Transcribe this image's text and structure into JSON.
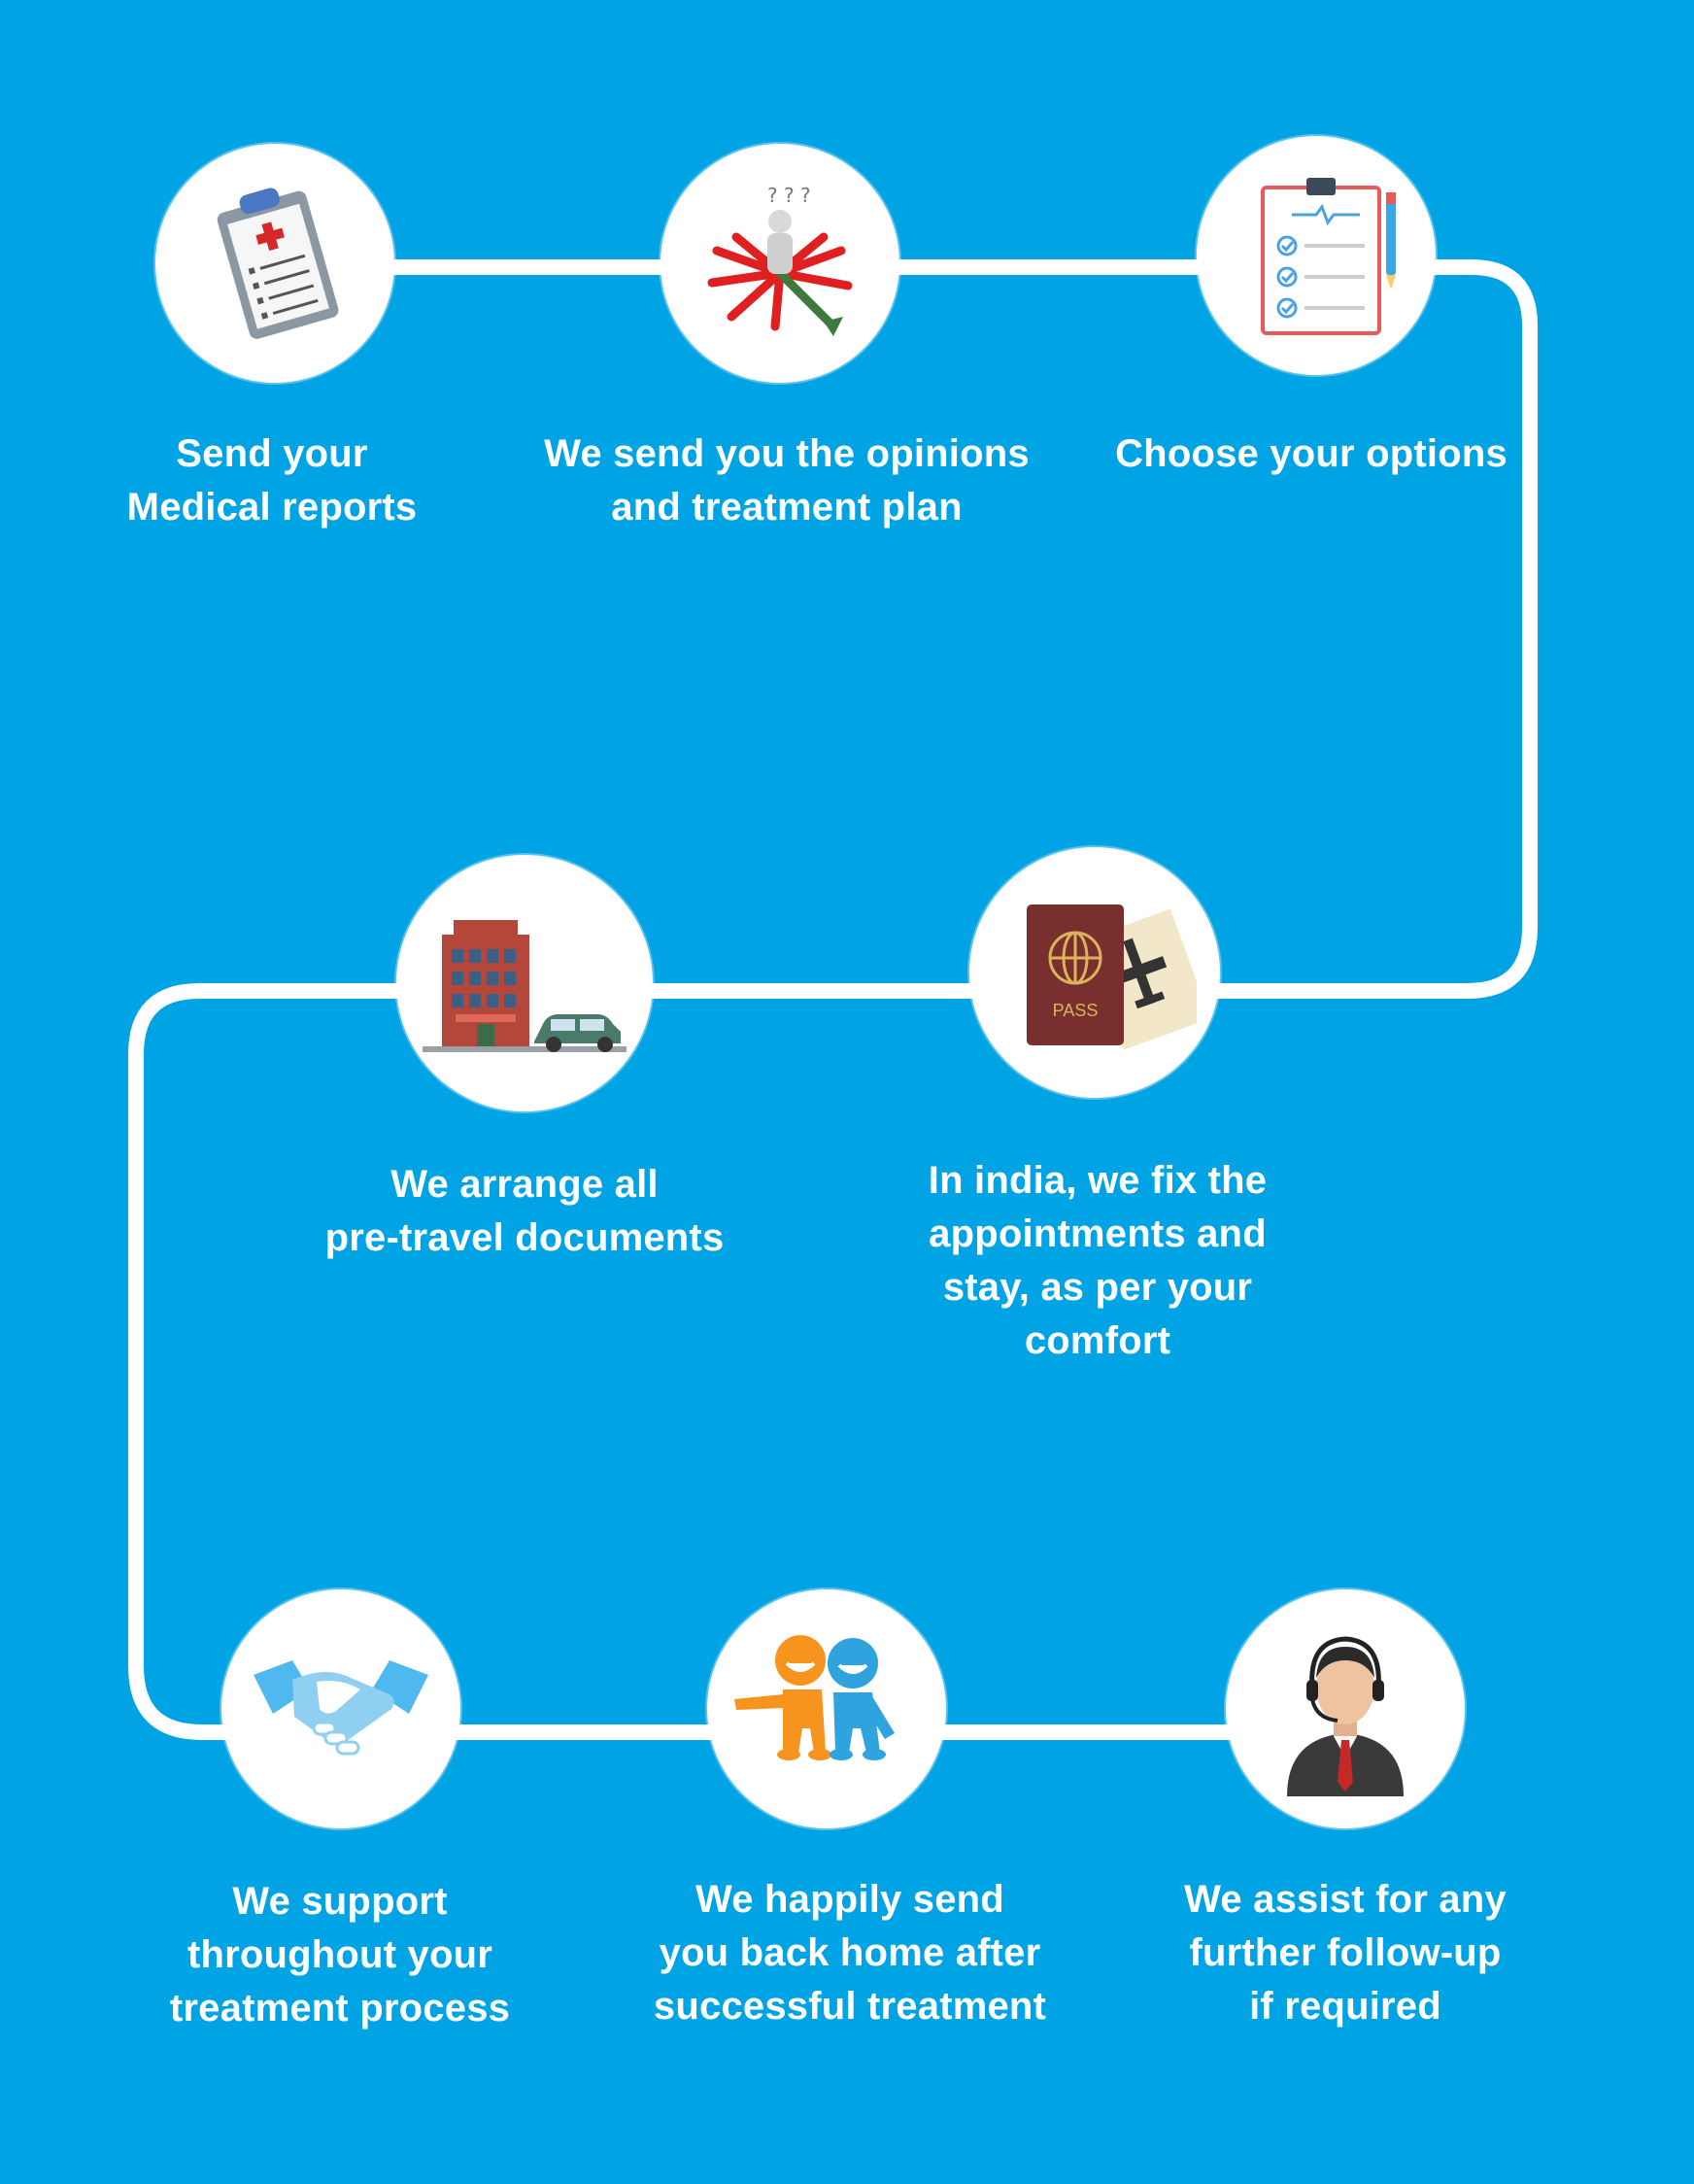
{
  "colors": {
    "background": "#00a3e3",
    "connector": "#ffffff",
    "node": "#ffffff",
    "text": "#ffffff"
  },
  "steps": [
    {
      "icon": "medical-report-clipboard-icon",
      "label": "Send your\nMedical reports"
    },
    {
      "icon": "opinions-arrows-icon",
      "label": "We send you the opinions\nand treatment plan"
    },
    {
      "icon": "checklist-options-icon",
      "label": "Choose your options"
    },
    {
      "icon": "passport-plane-icon",
      "label": "In india, we fix the\nappointments and\nstay, as per your\ncomfort",
      "badge": "PASS"
    },
    {
      "icon": "hotel-car-icon",
      "label": "We arrange all\npre-travel documents"
    },
    {
      "icon": "handshake-icon",
      "label": "We support\nthroughout your\ntreatment process"
    },
    {
      "icon": "happy-people-icon",
      "label": "We happily send\nyou back home after\nsuccessful treatment"
    },
    {
      "icon": "support-agent-headset-icon",
      "label": "We assist for any\nfurther follow-up\nif required"
    }
  ]
}
